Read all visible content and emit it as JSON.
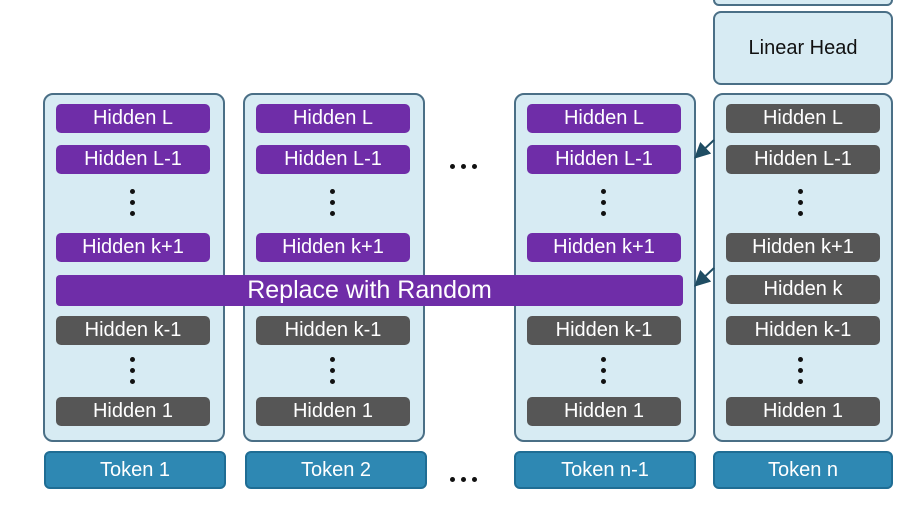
{
  "columns": [
    {
      "id": "col1",
      "token": "Token 1",
      "upper": [
        "Hidden L",
        "Hidden L-1"
      ],
      "mid_upper": "Hidden k+1",
      "lower": [
        "Hidden k-1"
      ],
      "bottom": "Hidden 1"
    },
    {
      "id": "col2",
      "token": "Token 2",
      "upper": [
        "Hidden L",
        "Hidden L-1"
      ],
      "mid_upper": "Hidden k+1",
      "lower": [
        "Hidden k-1"
      ],
      "bottom": "Hidden 1"
    },
    {
      "id": "col3",
      "token": "Token n-1",
      "upper": [
        "Hidden L",
        "Hidden L-1"
      ],
      "mid_upper": "Hidden k+1",
      "lower": [
        "Hidden k-1"
      ],
      "bottom": "Hidden 1"
    },
    {
      "id": "col4",
      "token": "Token n",
      "upper": [
        "Hidden L",
        "Hidden L-1"
      ],
      "mid_upper": "Hidden k+1",
      "layer_k": "Hidden k",
      "lower": [
        "Hidden k-1"
      ],
      "bottom": "Hidden 1"
    }
  ],
  "replace_label": "Replace with Random",
  "linear_head_label": "Linear Head",
  "colors": {
    "replaced_layer": "#6f2da8",
    "original_layer": "#565656",
    "token": "#2e88b3",
    "panel": "#d7ebf3"
  }
}
